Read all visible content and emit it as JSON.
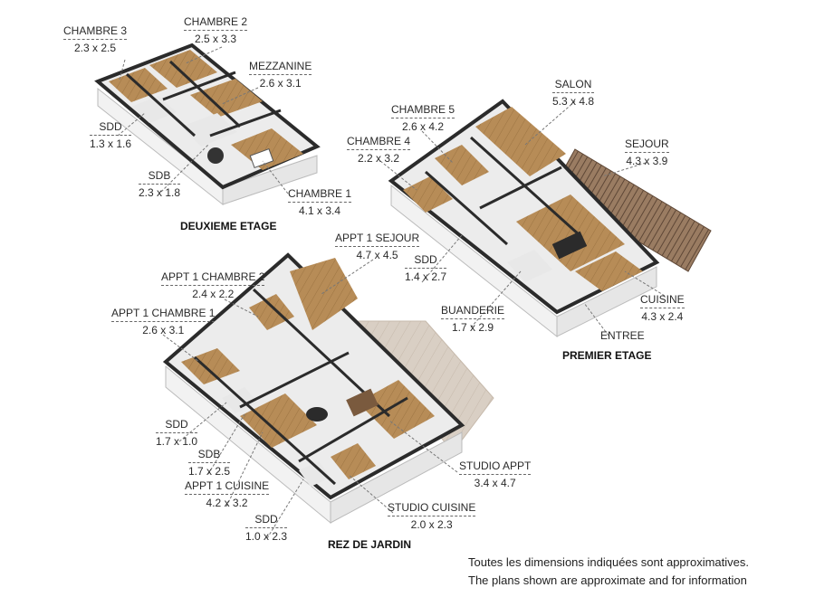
{
  "floors": [
    {
      "name": "DEUXIEME ETAGE"
    },
    {
      "name": "PREMIER ETAGE"
    },
    {
      "name": "REZ DE JARDIN"
    }
  ],
  "rooms": [
    {
      "name": "CHAMBRE 3",
      "dims": "2.3 x 2.5"
    },
    {
      "name": "CHAMBRE 2",
      "dims": "2.5 x 3.3"
    },
    {
      "name": "MEZZANINE",
      "dims": "2.6 x 3.1"
    },
    {
      "name": "SDD",
      "dims": "1.3 x 1.6"
    },
    {
      "name": "SDB",
      "dims": "2.3 x 1.8"
    },
    {
      "name": "CHAMBRE 1",
      "dims": "4.1 x 3.4"
    },
    {
      "name": "SALON",
      "dims": "5.3 x 4.8"
    },
    {
      "name": "CHAMBRE 5",
      "dims": "2.6 x 4.2"
    },
    {
      "name": "SEJOUR",
      "dims": "4.3 x 3.9"
    },
    {
      "name": "CHAMBRE 4",
      "dims": "2.2 x 3.2"
    },
    {
      "name": "SDD",
      "dims": "1.4 x 2.7"
    },
    {
      "name": "BUANDERIE",
      "dims": "1.7 x 2.9"
    },
    {
      "name": "CUISINE",
      "dims": "4.3 x 2.4"
    },
    {
      "name": "ENTREE",
      "dims": ""
    },
    {
      "name": "APPT 1 SEJOUR",
      "dims": "4.7 x 4.5"
    },
    {
      "name": "APPT 1 CHAMBRE 2",
      "dims": "2.4 x 2.2"
    },
    {
      "name": "APPT 1 CHAMBRE 1",
      "dims": "2.6 x 3.1"
    },
    {
      "name": "SDD",
      "dims": "1.7 x 1.0"
    },
    {
      "name": "SDB",
      "dims": "1.7 x 2.5"
    },
    {
      "name": "APPT 1 CUISINE",
      "dims": "4.2 x 3.2"
    },
    {
      "name": "SDD",
      "dims": "1.0 x 2.3"
    },
    {
      "name": "STUDIO APPT",
      "dims": "3.4 x 4.7"
    },
    {
      "name": "STUDIO CUISINE",
      "dims": "2.0 x 2.3"
    }
  ],
  "disclaimer": {
    "line1": "Toutes les dimensions indiquées sont approximatives.",
    "line2": "The plans shown are approximate and for information"
  },
  "colors": {
    "wall_top": "#2b2b2b",
    "wall_side": "#f2f2f2",
    "wood_floor": "#b78c57",
    "tile_floor": "#e8e8e8",
    "terrace": "#d9cfc4",
    "deck": "#8a6d55"
  }
}
